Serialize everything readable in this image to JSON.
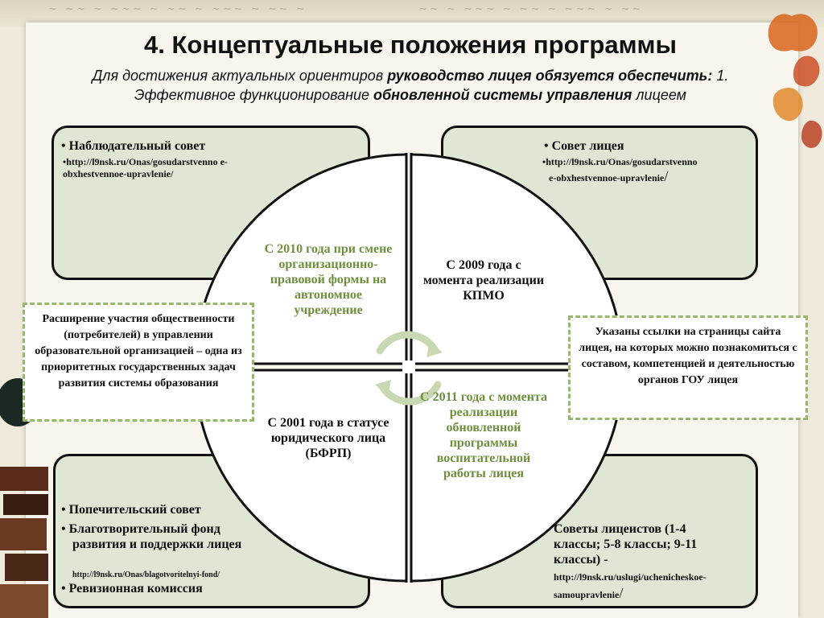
{
  "slide": {
    "title": "4. Концептуальные положения программы",
    "subtitle": {
      "p1": "Для достижения актуальных ориентиров ",
      "p2": "руководство лицея обязуется обеспечить:",
      "p3": " 1. Эффективное функционирование ",
      "p4": "обновленной системы управления",
      "p5": " лицеем"
    }
  },
  "boxes": {
    "top_left": {
      "bullet": "Наблюдательный совет",
      "link": "http://l9nsk.ru/Onas/gosudarstvenno e-obxhestvennoe-upravlenie/"
    },
    "top_right": {
      "bullet": "Совет лицея",
      "link_1": "http://l9nsk.ru/Onas/gosudarstvenno",
      "link_2": "e-obxhestvennoe-upravlenie",
      "slash": "/"
    },
    "bottom_left": {
      "bullet_1": "Попечительский  совет",
      "bullet_2": "Благотворительный фонд развития и поддержки лицея",
      "link": "http://l9nsk.ru/Onas/blagotvoritelnyi-fond/",
      "bullet_3": "Ревизионная комиссия"
    },
    "bottom_right": {
      "text": "Советы лицеистов (1-4 классы; 5-8 классы; 9-11 классы) -",
      "link_1": "http://l9nsk.ru/uslugi/uchenicheskoe-",
      "link_2": "samoupravlenie",
      "slash": "/"
    }
  },
  "circle": {
    "q_top_left": "С 2010 года при смене организационно-правовой формы на  автономное учреждение",
    "q_top_right": "С 2009 года с момента реализации КПМО",
    "q_bottom_left": "С 2001 года в статусе юридического лица (БФРП)",
    "q_bottom_right": "С 2011 года с момента реализации обновленной программы воспитательной работы лицея"
  },
  "callouts": {
    "left": "Расширение участия общественности (потребителей) в управлении образовательной организацией – одна из приоритетных государственных задач развития системы образования",
    "right": "Указаны ссылки на страницы сайта лицея, на которых можно познакомиться с составом, компетенцией и деятельностью органов ГОУ лицея"
  },
  "colors": {
    "box_fill": "#dfe6d4",
    "accent_green": "#6f8f3e",
    "callout_border": "#97b76c",
    "background": "#efeadb"
  }
}
